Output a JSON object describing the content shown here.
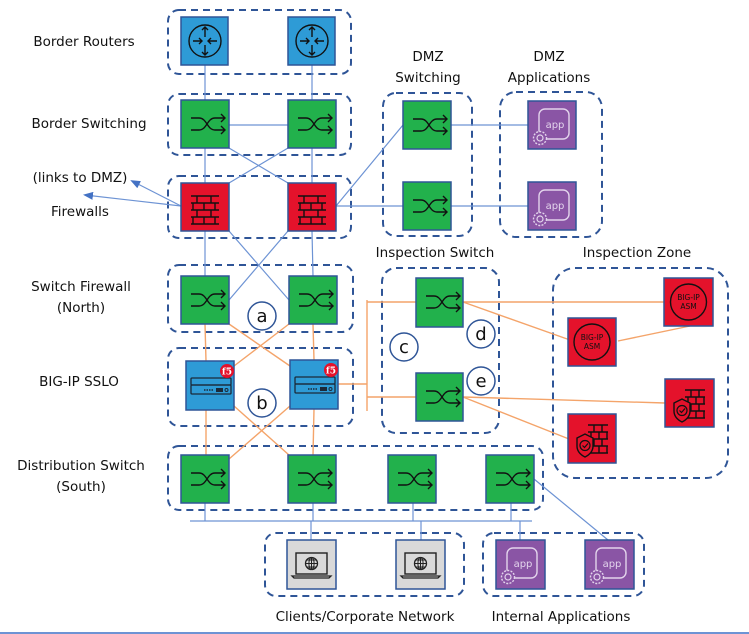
{
  "diagram": {
    "title": "BIG-IP SSLO network topology",
    "colors": {
      "router": "#2e9bd6",
      "switch": "#22b14c",
      "firewall": "#e4122b",
      "bigip": "#2e9bd6",
      "app": "#8a55a5",
      "client": "#d9d9d9",
      "zone_border": "#2f5597",
      "blue_link": "#6d93d4",
      "orange_link": "#f4a46a"
    },
    "tier_labels": {
      "border_routers": "Border Routers",
      "border_switching": "Border Switching",
      "links_to_dmz": "(links to DMZ)",
      "firewalls": "Firewalls",
      "switch_firewall_line1": "Switch Firewall",
      "switch_firewall_line2": "(North)",
      "bigip_sslo": "BIG-IP SSLO",
      "distribution_line1": "Distribution Switch",
      "distribution_line2": "(South)"
    },
    "zone_labels": {
      "dmz_switching_line1": "DMZ",
      "dmz_switching_line2": "Switching",
      "dmz_apps_line1": "DMZ",
      "dmz_apps_line2": "Applications",
      "inspection_switch": "Inspection Switch",
      "inspection_zone": "Inspection Zone",
      "clients": "Clients/Corporate Network",
      "internal_apps": "Internal Applications"
    },
    "callouts": [
      "a",
      "b",
      "c",
      "d",
      "e"
    ],
    "icon_text": {
      "app": "app",
      "asm_line1": "BIG-IP",
      "asm_line2": "ASM",
      "f5": "f5"
    },
    "nodes": [
      {
        "id": "router-1",
        "type": "router",
        "icon": "router-icon"
      },
      {
        "id": "router-2",
        "type": "router",
        "icon": "router-icon"
      },
      {
        "id": "border-switch-1",
        "type": "switch",
        "icon": "switch-icon"
      },
      {
        "id": "border-switch-2",
        "type": "switch",
        "icon": "switch-icon"
      },
      {
        "id": "firewall-1",
        "type": "firewall",
        "icon": "firewall-icon"
      },
      {
        "id": "firewall-2",
        "type": "firewall",
        "icon": "firewall-icon"
      },
      {
        "id": "dmz-switch-1",
        "type": "switch",
        "icon": "switch-icon"
      },
      {
        "id": "dmz-switch-2",
        "type": "switch",
        "icon": "switch-icon"
      },
      {
        "id": "dmz-app-1",
        "type": "app",
        "icon": "app-icon"
      },
      {
        "id": "dmz-app-2",
        "type": "app",
        "icon": "app-icon"
      },
      {
        "id": "north-switch-1",
        "type": "switch",
        "icon": "switch-icon"
      },
      {
        "id": "north-switch-2",
        "type": "switch",
        "icon": "switch-icon"
      },
      {
        "id": "sslo-1",
        "type": "bigip",
        "icon": "bigip-appliance-icon"
      },
      {
        "id": "sslo-2",
        "type": "bigip",
        "icon": "bigip-appliance-icon"
      },
      {
        "id": "inspection-switch-1",
        "type": "switch",
        "icon": "switch-icon"
      },
      {
        "id": "inspection-switch-2",
        "type": "switch",
        "icon": "switch-icon"
      },
      {
        "id": "asm-1",
        "type": "asm",
        "icon": "asm-icon"
      },
      {
        "id": "asm-2",
        "type": "asm",
        "icon": "asm-icon"
      },
      {
        "id": "ips-1",
        "type": "secure-firewall",
        "icon": "shield-firewall-icon"
      },
      {
        "id": "ips-2",
        "type": "secure-firewall",
        "icon": "shield-firewall-icon"
      },
      {
        "id": "south-switch-1",
        "type": "switch",
        "icon": "switch-icon"
      },
      {
        "id": "south-switch-2",
        "type": "switch",
        "icon": "switch-icon"
      },
      {
        "id": "south-switch-3",
        "type": "switch",
        "icon": "switch-icon"
      },
      {
        "id": "south-switch-4",
        "type": "switch",
        "icon": "switch-icon"
      },
      {
        "id": "client-1",
        "type": "client",
        "icon": "laptop-globe-icon"
      },
      {
        "id": "client-2",
        "type": "client",
        "icon": "laptop-globe-icon"
      },
      {
        "id": "internal-app-1",
        "type": "app",
        "icon": "app-icon"
      },
      {
        "id": "internal-app-2",
        "type": "app",
        "icon": "app-icon"
      }
    ]
  }
}
